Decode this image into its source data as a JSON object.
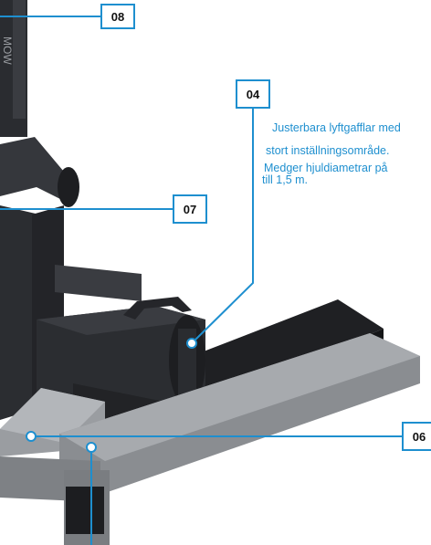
{
  "colors": {
    "accent": "#1e8fcf",
    "dark_body": "#2b2d31",
    "grey_arm": "#8a8d91",
    "background": "#ffffff"
  },
  "callouts": [
    {
      "id": "08",
      "label": "08"
    },
    {
      "id": "04",
      "label": "04"
    },
    {
      "id": "07",
      "label": "07"
    },
    {
      "id": "06",
      "label": "06"
    }
  ],
  "description": {
    "line1": "Justerbara lyftgafflar med",
    "line2": "stort inställningsområde.",
    "line3": "Medger hjuldiametrar på",
    "line4": "till 1,5  m."
  },
  "column_mark": "MOW"
}
